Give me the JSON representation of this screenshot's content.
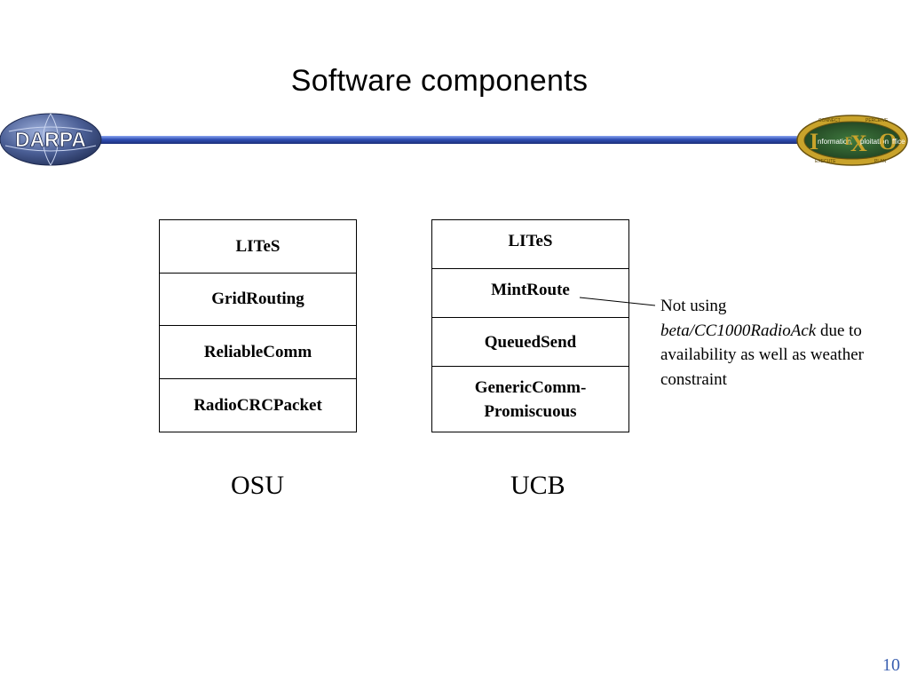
{
  "slide": {
    "title": "Software components",
    "page_number": "10"
  },
  "banner": {
    "left_logo_text": "DARPA",
    "right_logo": {
      "left_word": "nformation",
      "mid_word": "ploitation",
      "right_word": "ffice",
      "big_letters": [
        "I",
        "E",
        "X",
        "O"
      ],
      "ring_text_top": [
        "CONNECT",
        "PERCEIVE"
      ],
      "ring_text_bottom": [
        "EXECUTE",
        "PLAN"
      ]
    },
    "colors": {
      "bar": "#2f4fb5",
      "bar_highlight": "#8aa5f0",
      "darpa_globe": "#4a5e95",
      "ixo_gold": "#c9a32b",
      "ixo_green": "#2e5b2e"
    }
  },
  "osu": {
    "label": "OSU",
    "layers": [
      "LITeS",
      "GridRouting",
      "ReliableComm",
      "RadioCRCPacket"
    ]
  },
  "ucb": {
    "label": "UCB",
    "layers": [
      "LITeS",
      "MintRoute",
      "QueuedSend",
      "GenericComm-\nPromiscuous"
    ]
  },
  "annotation": {
    "prefix": "Not using",
    "component": "beta/CC1000RadioAck",
    "suffix": " due to availability as well as weather constraint"
  }
}
